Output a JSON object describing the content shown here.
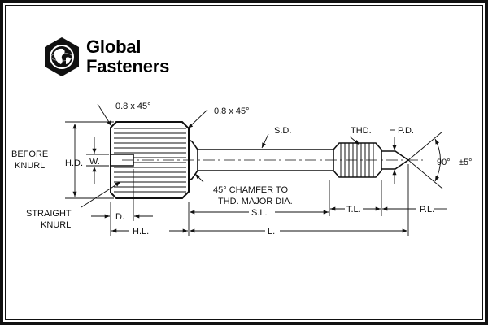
{
  "logo": {
    "name_line1": "Global",
    "name_line2": "Fasteners",
    "emblem_icon": "hex-globe-icon"
  },
  "labels": {
    "chamfer_left": "0.8 x 45°",
    "chamfer_right": "0.8 x 45°",
    "before_knurl_line1": "BEFORE",
    "before_knurl_line2": "KNURL",
    "hd": "H.D.",
    "w": "W.",
    "straight_knurl_line1": "STRAIGHT",
    "straight_knurl_line2": "KNURL",
    "d": "D.",
    "hl": "H.L.",
    "sd": "S.D.",
    "chamfer_note_line1": "45° CHAMFER TO",
    "chamfer_note_line2": "THD. MAJOR DIA.",
    "sl": "S.L.",
    "l": "L.",
    "thd": "THD.",
    "pd": "P.D.",
    "tl": "T.L.",
    "pl": "P.L.",
    "angle": "90°",
    "tolerance": "±5°"
  },
  "colors": {
    "ink": "#111111",
    "background": "#ffffff"
  }
}
